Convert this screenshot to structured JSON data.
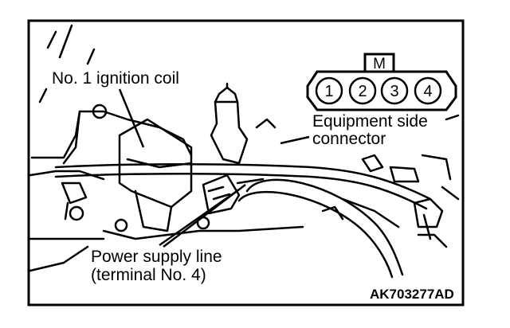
{
  "labels": {
    "ignition_coil": "No. 1 ignition coil",
    "equipment_side": "Equipment side",
    "connector": "connector",
    "power_supply_line": "Power supply line",
    "terminal": "(terminal No. 4)",
    "figure_code": "AK703277AD"
  },
  "connector": {
    "key_letter": "M",
    "pins": [
      "1",
      "2",
      "3",
      "4"
    ]
  }
}
